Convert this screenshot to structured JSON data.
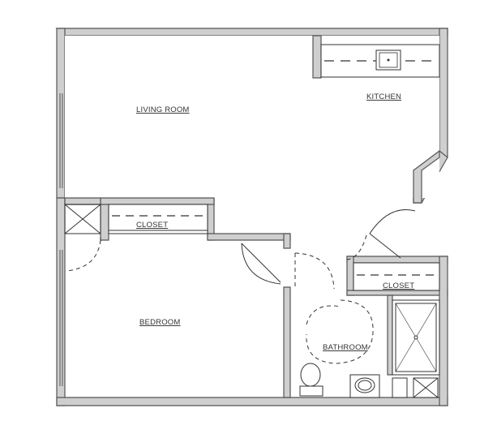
{
  "floorplan": {
    "rooms": {
      "living_room": "LIVING ROOM",
      "kitchen": "KITCHEN",
      "bedroom": "BEDROOM",
      "bathroom": "BATHROOM",
      "bedroom_closet": "CLOSET",
      "hall_closet": "CLOSET"
    },
    "colors": {
      "wall_fill": "#cfcfcf",
      "wall_stroke": "#555555",
      "line": "#222222"
    }
  }
}
